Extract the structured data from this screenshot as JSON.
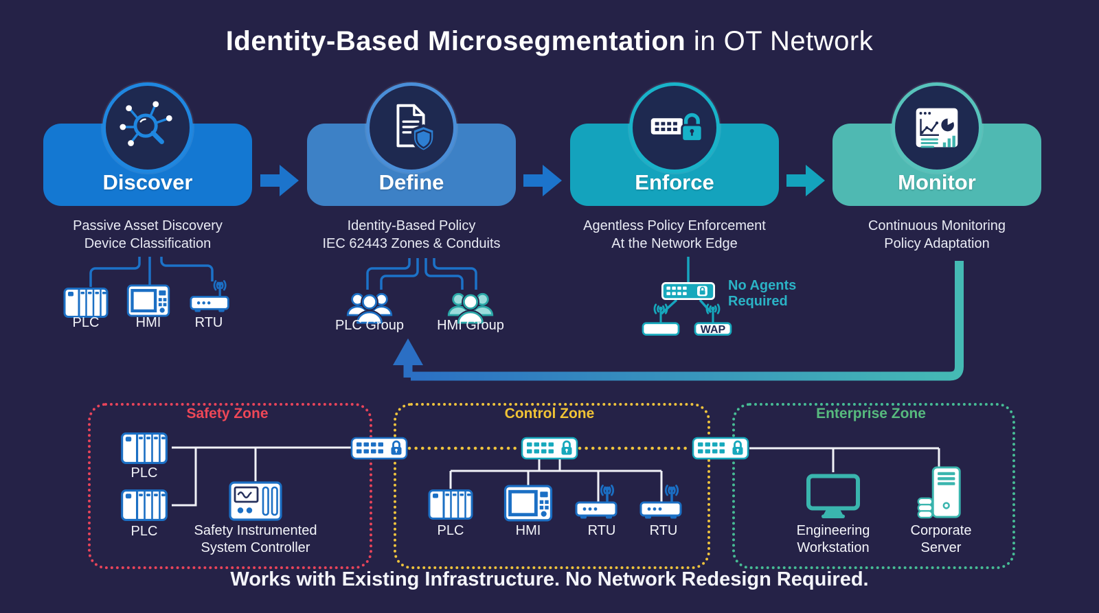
{
  "title": {
    "bold": "Identity-Based Microsegmentation",
    "normal": " in OT Network"
  },
  "stages": [
    {
      "label": "Discover",
      "desc1": "Passive Asset Discovery",
      "desc2": "Device Classification",
      "icon": "asset-discovery-icon",
      "color": "#1478d2"
    },
    {
      "label": "Define",
      "desc1": "Identity-Based Policy",
      "desc2": "IEC 62443 Zones & Conduits",
      "icon": "policy-document-shield-icon",
      "color": "#3d81c6"
    },
    {
      "label": "Enforce",
      "desc1": "Agentless Policy Enforcement",
      "desc2": "At the Network Edge",
      "icon": "switch-lock-icon",
      "color": "#14a3bd"
    },
    {
      "label": "Monitor",
      "desc1": "Continuous Monitoring",
      "desc2": "Policy Adaptation",
      "icon": "monitoring-dashboard-icon",
      "color": "#4fb9b2"
    }
  ],
  "discover_devices": [
    {
      "label": "PLC",
      "icon": "plc-icon"
    },
    {
      "label": "HMI",
      "icon": "hmi-icon"
    },
    {
      "label": "RTU",
      "icon": "rtu-icon"
    }
  ],
  "define_groups": [
    {
      "label": "PLC Group",
      "icon": "plc-group-icon"
    },
    {
      "label": "HMI Group",
      "icon": "hmi-group-icon"
    }
  ],
  "enforce": {
    "switch_icon": "edge-switch-lock-icon",
    "wap_label": "WAP",
    "note_line1": "No Agents",
    "note_line2": "Required"
  },
  "zones": [
    {
      "name": "Safety Zone",
      "color": "#ee4757",
      "devices": [
        {
          "label1": "PLC",
          "icon": "plc-icon"
        },
        {
          "label1": "PLC",
          "icon": "plc-icon"
        },
        {
          "label1": "Safety Instrumented",
          "label2": "System Controller",
          "icon": "sis-controller-icon"
        }
      ]
    },
    {
      "name": "Control Zone",
      "color": "#f1c335",
      "devices": [
        {
          "label1": "PLC",
          "icon": "plc-icon"
        },
        {
          "label1": "HMI",
          "icon": "hmi-icon"
        },
        {
          "label1": "RTU",
          "icon": "rtu-icon"
        },
        {
          "label1": "RTU",
          "icon": "rtu-icon"
        }
      ]
    },
    {
      "name": "Enterprise Zone",
      "color": "#57ba7e",
      "devices": [
        {
          "label1": "Engineering",
          "label2": "Workstation",
          "icon": "workstation-icon"
        },
        {
          "label1": "Corporate",
          "label2": "Server",
          "icon": "server-icon"
        }
      ]
    }
  ],
  "footer": "Works with Existing Infrastructure. No Network Redesign Required.",
  "colors": {
    "background": "#252247",
    "accent_blue": "#1c72c8",
    "accent_teal": "#16a8bc",
    "feedback_gradient_start": "#2b6fc4",
    "feedback_gradient_end": "#45bab4",
    "zone_border_safety": "#e8445a",
    "zone_border_control": "#eec33d",
    "zone_border_enterprise": "#47bc95",
    "white_link": "#f1f2f7",
    "note_teal": "#2bb3c6"
  }
}
